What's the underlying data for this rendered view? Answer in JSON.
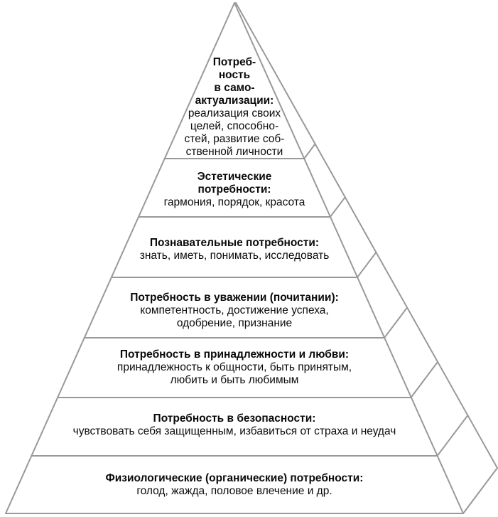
{
  "pyramid": {
    "levels": [
      {
        "title_lines": [
          "Потреб-",
          "ность",
          "в само-",
          "актуализации:"
        ],
        "body_lines": [
          "реализация своих",
          "целей, способно-",
          "стей, развитие соб-",
          "ственной личности"
        ]
      },
      {
        "title_lines": [
          "Эстетические",
          "потребности:"
        ],
        "body_lines": [
          "гармония, порядок, красота"
        ]
      },
      {
        "title_lines": [
          "Познавательные потребности:"
        ],
        "body_lines": [
          "знать, иметь, понимать, исследовать"
        ]
      },
      {
        "title_lines": [
          "Потребность в уважении (почитании):"
        ],
        "body_lines": [
          "компетентность, достижение успеха,",
          "одобрение, признание"
        ]
      },
      {
        "title_lines": [
          "Потребность в принадлежности и любви:"
        ],
        "body_lines": [
          "принадлежность к общности, быть принятым,",
          "любить и быть любимым"
        ]
      },
      {
        "title_lines": [
          "Потребность в безопасности:"
        ],
        "body_lines": [
          "чувствовать себя защищенным, избавиться от страха и неудач"
        ]
      },
      {
        "title_lines": [
          "Физиологические (органические) потребности:"
        ],
        "body_lines": [
          "голод, жажда, половое влечение и др."
        ]
      }
    ]
  },
  "colors": {
    "line": "#999999",
    "text": "#0a0a0a",
    "background": "#ffffff"
  }
}
